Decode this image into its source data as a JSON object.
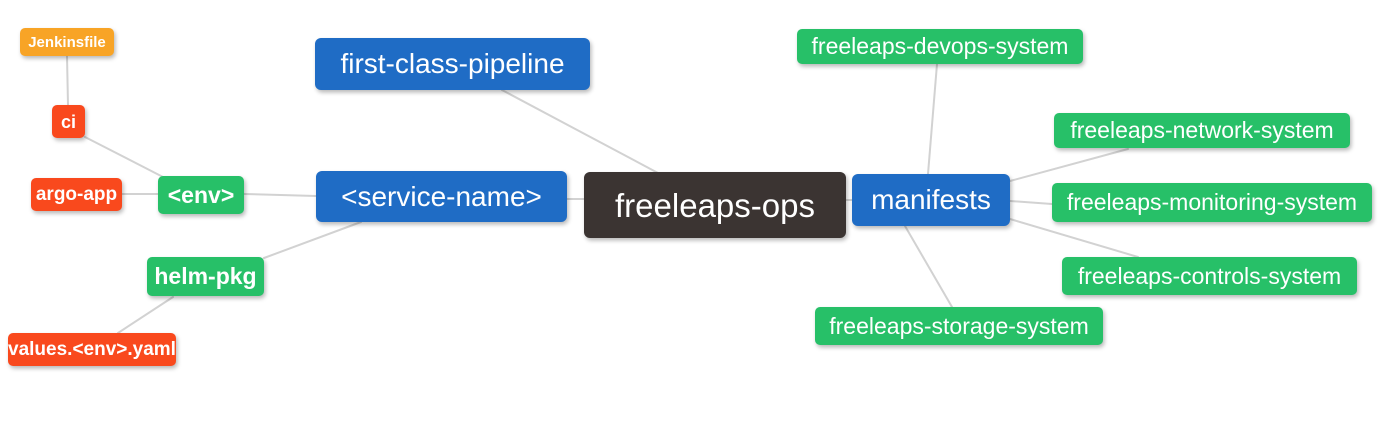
{
  "diagram": {
    "type": "mindmap",
    "root": "freeleaps-ops"
  },
  "nodes": {
    "freeleaps_ops": {
      "label": "freeleaps-ops"
    },
    "first_class_pipeline": {
      "label": "first-class-pipeline"
    },
    "service_name": {
      "label": "<service-name>"
    },
    "manifests": {
      "label": "manifests"
    },
    "env": {
      "label": "<env>"
    },
    "helm_pkg": {
      "label": "helm-pkg"
    },
    "ci": {
      "label": "ci"
    },
    "jenkinsfile": {
      "label": "Jenkinsfile"
    },
    "argo_app": {
      "label": "argo-app"
    },
    "values_env_yaml": {
      "label": "values.<env>.yaml"
    },
    "freeleaps_devops_system": {
      "label": "freeleaps-devops-system"
    },
    "freeleaps_network_system": {
      "label": "freeleaps-network-system"
    },
    "freeleaps_monitoring_system": {
      "label": "freeleaps-monitoring-system"
    },
    "freeleaps_controls_system": {
      "label": "freeleaps-controls-system"
    },
    "freeleaps_storage_system": {
      "label": "freeleaps-storage-system"
    }
  },
  "edges": [
    {
      "from": "jenkinsfile",
      "to": "ci"
    },
    {
      "from": "ci",
      "to": "env"
    },
    {
      "from": "argo_app",
      "to": "env"
    },
    {
      "from": "env",
      "to": "service_name"
    },
    {
      "from": "helm_pkg",
      "to": "service_name"
    },
    {
      "from": "values_env_yaml",
      "to": "helm_pkg"
    },
    {
      "from": "first_class_pipeline",
      "to": "freeleaps_ops"
    },
    {
      "from": "service_name",
      "to": "freeleaps_ops"
    },
    {
      "from": "freeleaps_ops",
      "to": "manifests"
    },
    {
      "from": "manifests",
      "to": "freeleaps_devops_system"
    },
    {
      "from": "manifests",
      "to": "freeleaps_network_system"
    },
    {
      "from": "manifests",
      "to": "freeleaps_monitoring_system"
    },
    {
      "from": "manifests",
      "to": "freeleaps_controls_system"
    },
    {
      "from": "manifests",
      "to": "freeleaps_storage_system"
    }
  ],
  "colors": {
    "root-bg": "#3b3432",
    "branch-bg": "#1f6cc5",
    "green": "#27c068",
    "red": "#f9491d",
    "amber": "#f8a426",
    "connector": "#d2d2d2",
    "node-text": "#ffffff",
    "canvas-bg": "#ffffff"
  }
}
